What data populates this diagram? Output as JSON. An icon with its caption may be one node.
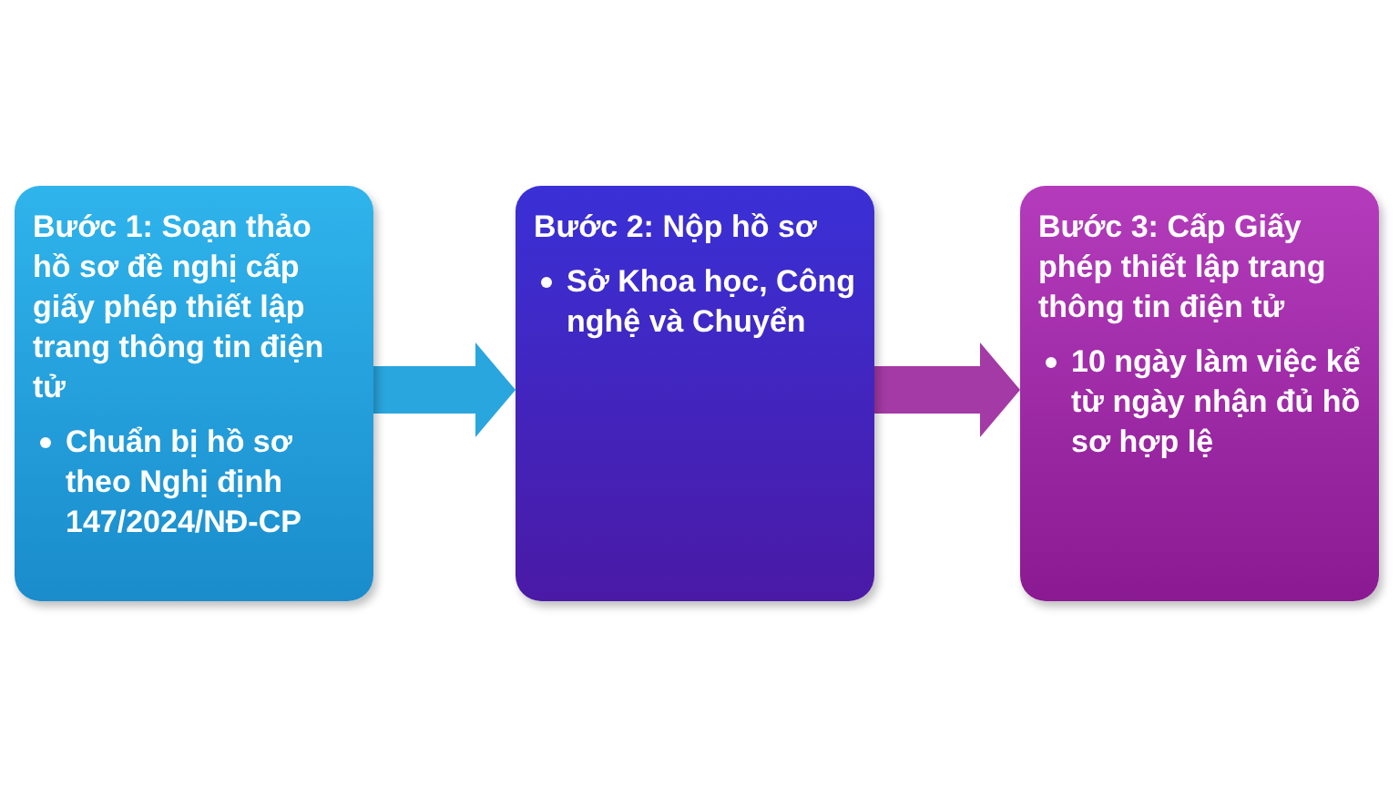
{
  "diagram": {
    "nodes": [
      {
        "text": [
          "Bước 1: Soạn thảo hồ sơ đề nghị cấp giấy phép thiết lập trang thông tin điện tử",
          "Chuẩn bị hồ sơ theo Nghị định 147/2024/NĐ-CP"
        ]
      },
      {
        "text": [
          "Bước 2: Nộp hồ sơ",
          "Sở Khoa học, Công nghệ và Chuyển"
        ]
      },
      {
        "text": [
          "Bước 3: Cấp Giấy phép thiết lập trang thông tin điện tử",
          "10 ngày làm việc kể từ ngày nhận đủ hồ sơ hợp lệ"
        ]
      }
    ],
    "edges": [
      {
        "from": 0,
        "to": 1,
        "arrow": "to",
        "color": "#2aa6de"
      },
      {
        "from": 1,
        "to": 2,
        "arrow": "to",
        "color": "#a43aa6"
      }
    ]
  }
}
